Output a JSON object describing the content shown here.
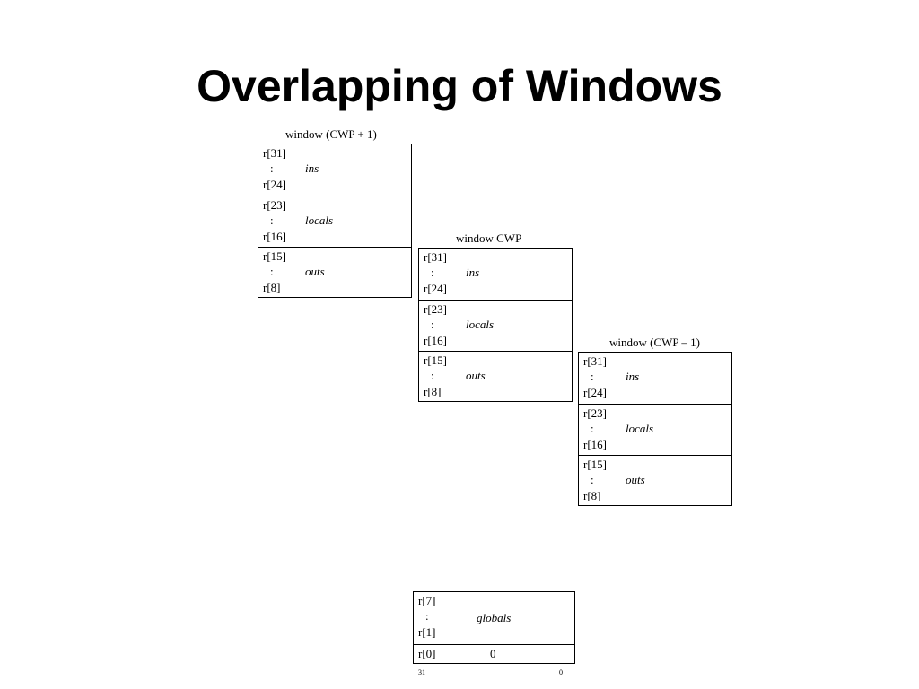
{
  "slide": {
    "title": "Overlapping of Windows"
  },
  "windows": [
    {
      "label": "window (CWP + 1)",
      "blocks": [
        {
          "hi": "r[31]",
          "dots": ":",
          "lo": "r[24]",
          "name": "ins"
        },
        {
          "hi": "r[23]",
          "dots": ":",
          "lo": "r[16]",
          "name": "locals"
        },
        {
          "hi": "r[15]",
          "dots": ":",
          "lo": "r[8]",
          "name": "outs"
        }
      ]
    },
    {
      "label": "window CWP",
      "blocks": [
        {
          "hi": "r[31]",
          "dots": ":",
          "lo": "r[24]",
          "name": "ins"
        },
        {
          "hi": "r[23]",
          "dots": ":",
          "lo": "r[16]",
          "name": "locals"
        },
        {
          "hi": "r[15]",
          "dots": ":",
          "lo": "r[8]",
          "name": "outs"
        }
      ]
    },
    {
      "label": "window (CWP – 1)",
      "blocks": [
        {
          "hi": "r[31]",
          "dots": ":",
          "lo": "r[24]",
          "name": "ins"
        },
        {
          "hi": "r[23]",
          "dots": ":",
          "lo": "r[16]",
          "name": "locals"
        },
        {
          "hi": "r[15]",
          "dots": ":",
          "lo": "r[8]",
          "name": "outs"
        }
      ]
    }
  ],
  "globals": {
    "hi": "r[7]",
    "dots": ":",
    "lo": "r[1]",
    "name": "globals",
    "zero_reg": "r[0]",
    "zero_value": "0",
    "bit_high": "31",
    "bit_low": "0"
  }
}
